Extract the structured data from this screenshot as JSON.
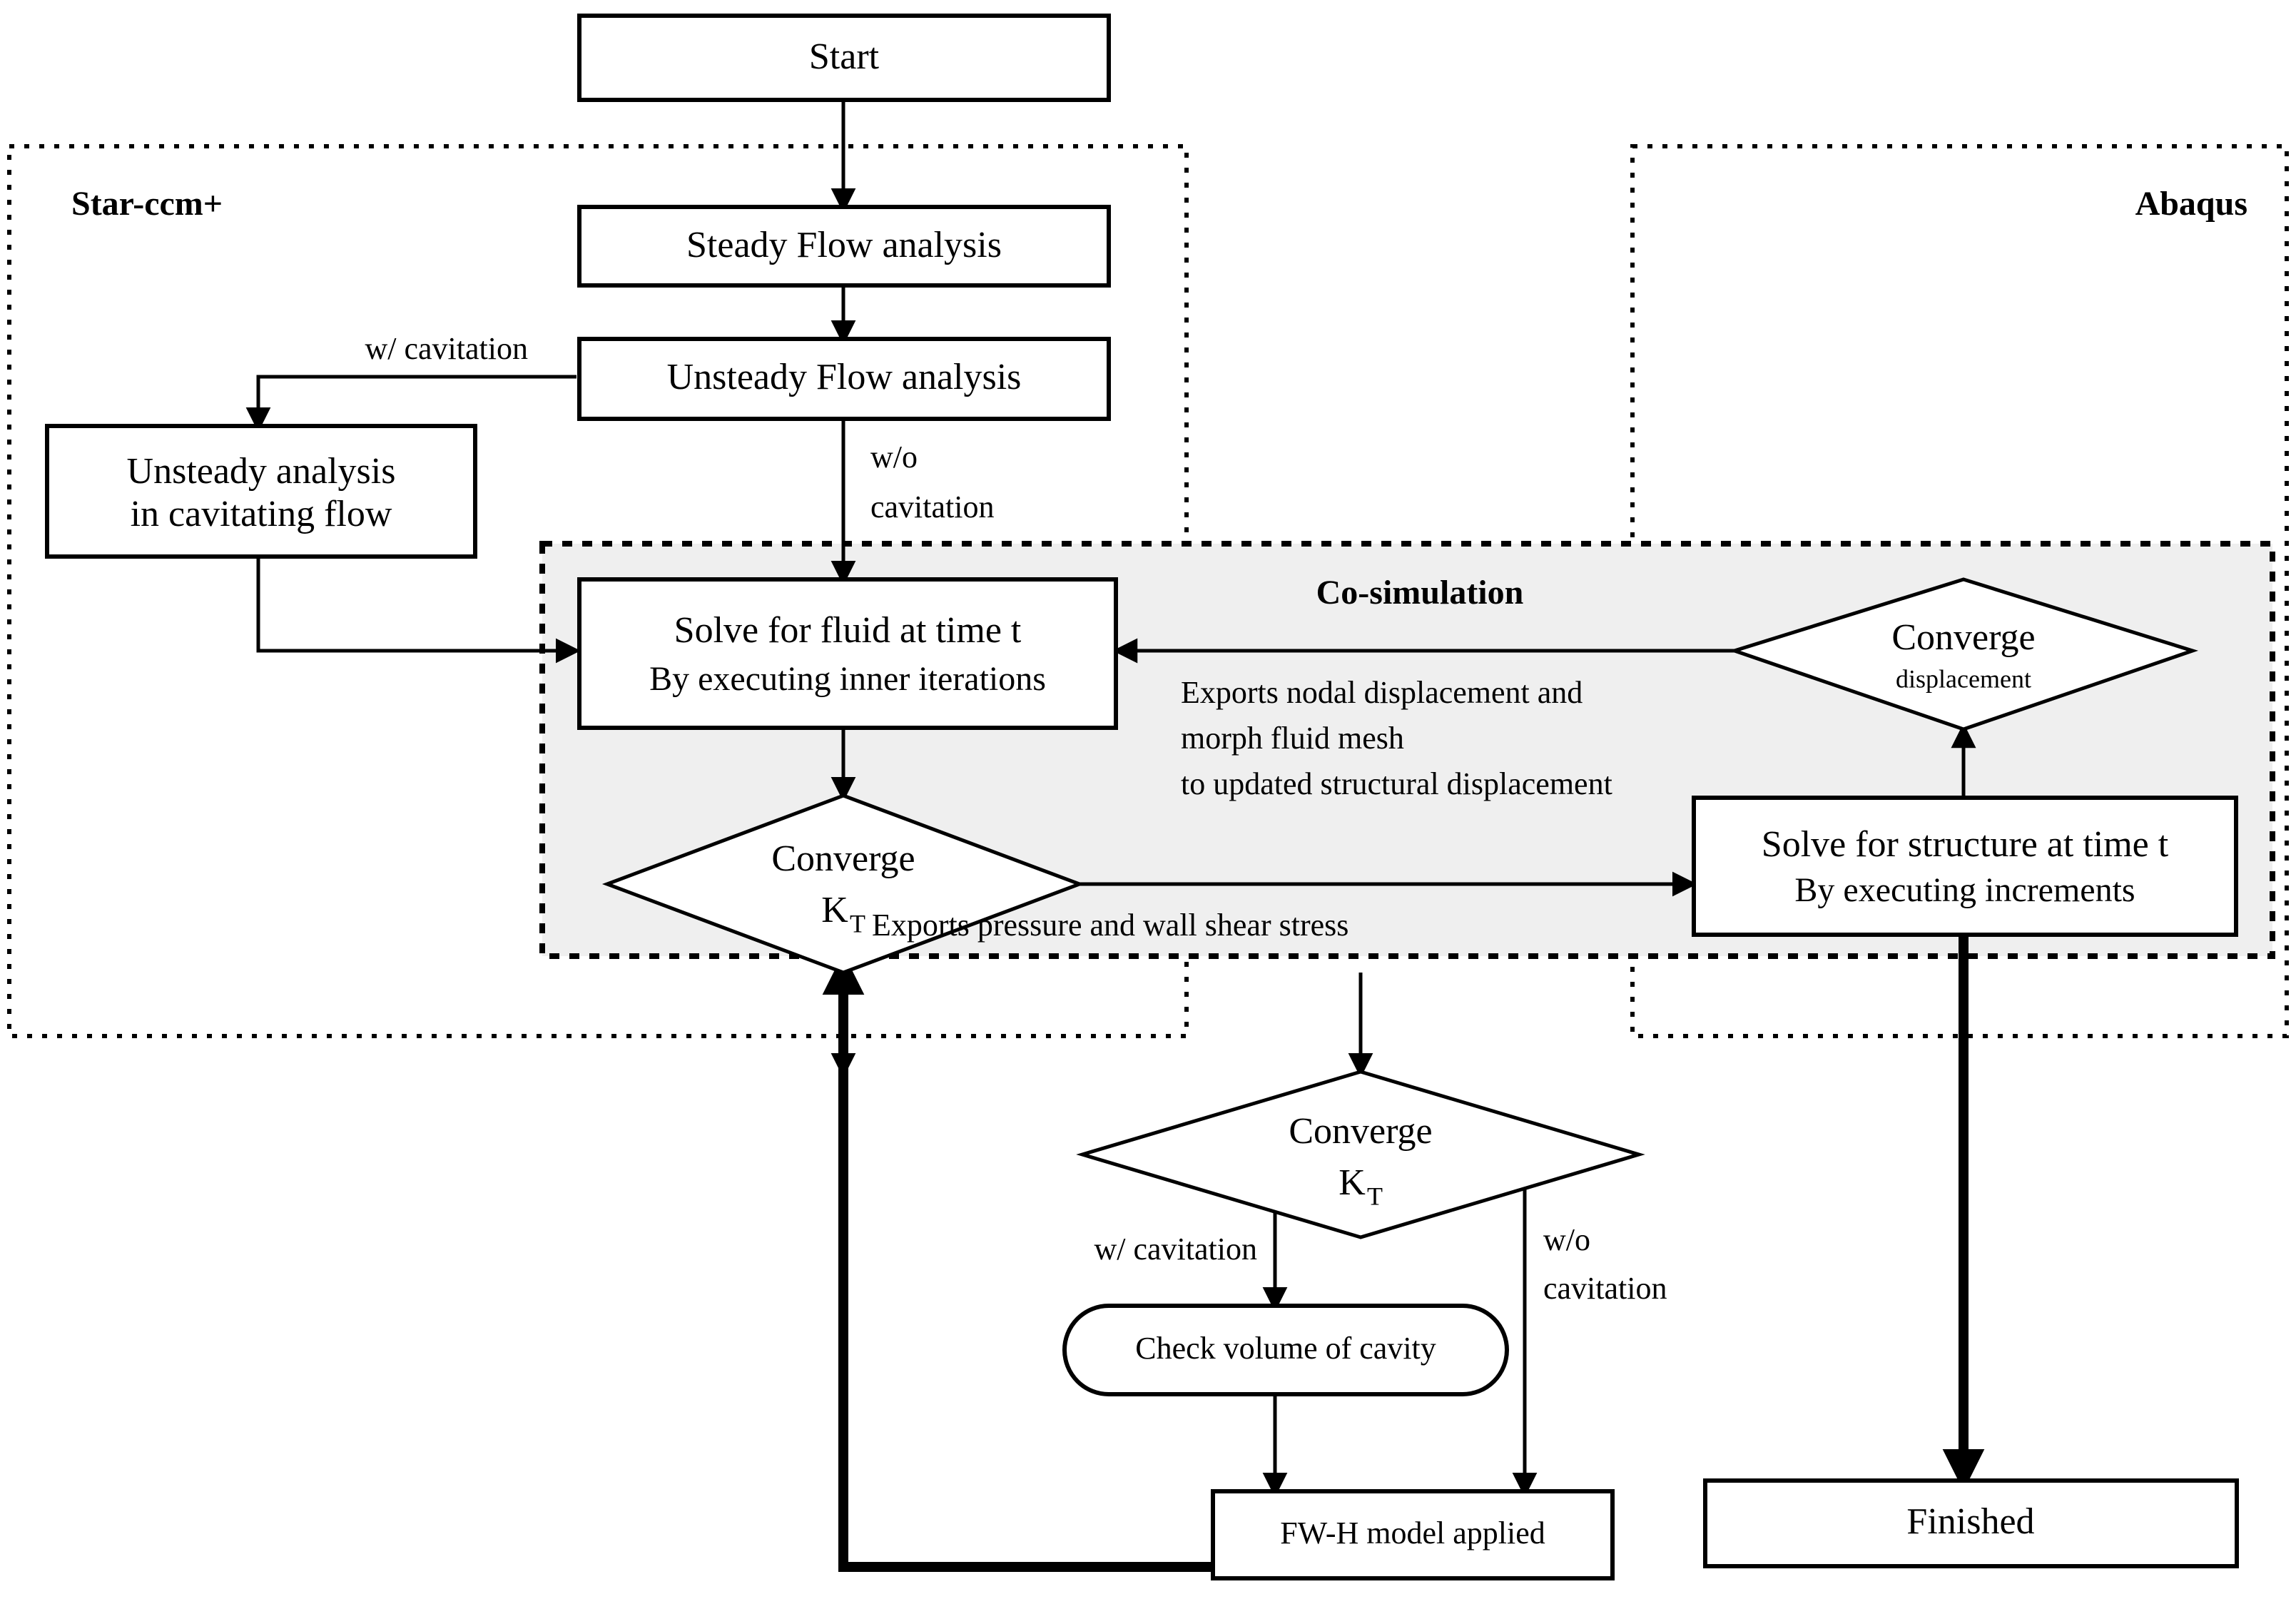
{
  "diagram": {
    "title_hidden": "",
    "groups": [
      {
        "id": "starccm",
        "label": "Star-ccm+"
      },
      {
        "id": "abaqus",
        "label": "Abaqus"
      },
      {
        "id": "cosimulation",
        "label": "Co-simulation"
      }
    ],
    "nodes": {
      "start": {
        "label": "Start",
        "shape": "rect"
      },
      "steady": {
        "label": "Steady Flow analysis",
        "shape": "rect"
      },
      "unsteady": {
        "label": "Unsteady Flow analysis",
        "shape": "rect"
      },
      "cavitating": {
        "line1": "Unsteady analysis",
        "line2": "in cavitating flow",
        "shape": "rect"
      },
      "solve_fluid": {
        "line1": "Solve for fluid at time t",
        "line2": "By executing inner iterations",
        "shape": "rect"
      },
      "converge_kt_1": {
        "line1": "Converge",
        "line2": "K",
        "sub": "T",
        "shape": "diamond"
      },
      "converge_disp": {
        "line1": "Converge",
        "line2": "displacement",
        "shape": "diamond"
      },
      "solve_structure": {
        "line1": "Solve for structure at time t",
        "line2": "By executing increments",
        "shape": "rect"
      },
      "converge_kt_2": {
        "line1": "Converge",
        "line2": "K",
        "sub": "T",
        "shape": "diamond"
      },
      "check_cavity": {
        "label": "Check volume of cavity",
        "shape": "stadium"
      },
      "fwh": {
        "label": "FW-H model applied",
        "shape": "rect"
      },
      "finished": {
        "label": "Finished",
        "shape": "rect"
      }
    },
    "edge_labels": {
      "w_cavitation_top": "w/ cavitation",
      "wo_cavitation_top_l1": "w/o",
      "wo_cavitation_top_l2": "cavitation",
      "exports_disp_l1": "Exports nodal displacement and",
      "exports_disp_l2": "morph fluid mesh",
      "exports_disp_l3": "to updated structural displacement",
      "exports_pressure": "Exports pressure and wall shear stress",
      "w_cavitation_bottom": "w/ cavitation",
      "wo_cavitation_bot_l1": "w/o",
      "wo_cavitation_bot_l2": "cavitation"
    },
    "colors": {
      "background": "#ffffff",
      "cosimulation_fill": "#efefef",
      "stroke": "#000000"
    }
  }
}
